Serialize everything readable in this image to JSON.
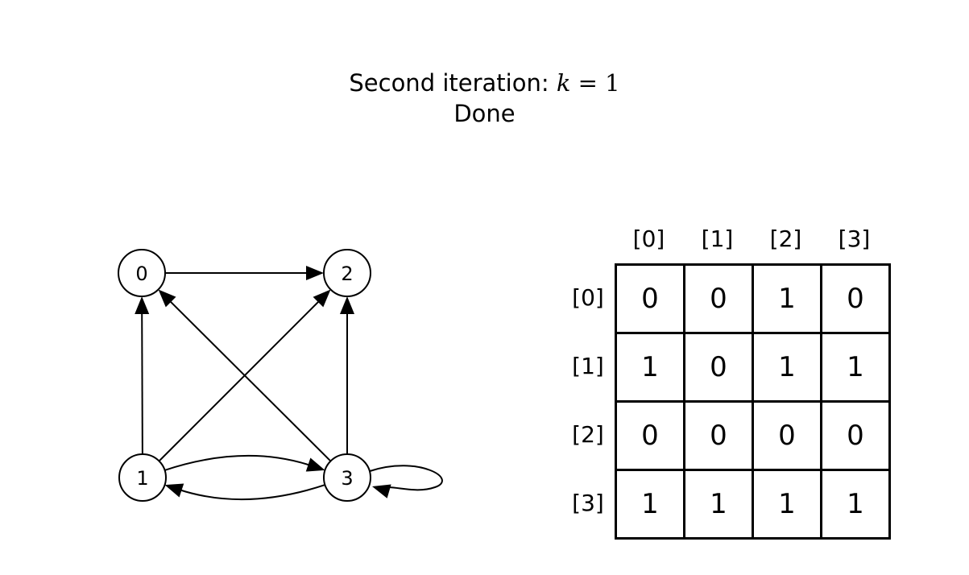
{
  "title": {
    "prefix": "Second iteration: ",
    "var": "k",
    "equals": " = ",
    "value": "1",
    "status": "Done"
  },
  "graph": {
    "nodes": [
      {
        "id": "0",
        "label": "0"
      },
      {
        "id": "1",
        "label": "1"
      },
      {
        "id": "2",
        "label": "2"
      },
      {
        "id": "3",
        "label": "3"
      }
    ],
    "edges": [
      {
        "from": "0",
        "to": "2"
      },
      {
        "from": "1",
        "to": "0"
      },
      {
        "from": "1",
        "to": "2"
      },
      {
        "from": "1",
        "to": "3"
      },
      {
        "from": "3",
        "to": "1"
      },
      {
        "from": "3",
        "to": "0"
      },
      {
        "from": "3",
        "to": "2"
      },
      {
        "from": "3",
        "to": "3"
      }
    ]
  },
  "matrix": {
    "col_headers": [
      "[0]",
      "[1]",
      "[2]",
      "[3]"
    ],
    "row_headers": [
      "[0]",
      "[1]",
      "[2]",
      "[3]"
    ],
    "rows": [
      [
        "0",
        "0",
        "1",
        "0"
      ],
      [
        "1",
        "0",
        "1",
        "1"
      ],
      [
        "0",
        "0",
        "0",
        "0"
      ],
      [
        "1",
        "1",
        "1",
        "1"
      ]
    ]
  }
}
